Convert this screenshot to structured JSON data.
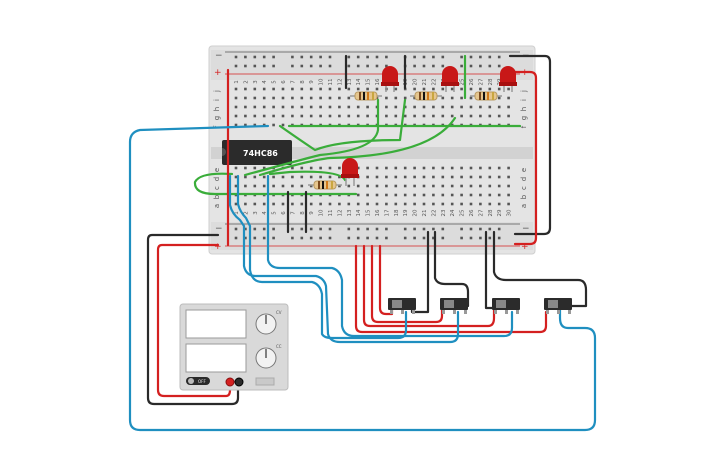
{
  "breadboard": {
    "columns": [
      "1",
      "2",
      "3",
      "4",
      "5",
      "6",
      "7",
      "8",
      "9",
      "10",
      "11",
      "12",
      "13",
      "14",
      "15",
      "16",
      "17",
      "18",
      "19",
      "20",
      "21",
      "22",
      "23",
      "24",
      "25",
      "26",
      "27",
      "28",
      "29",
      "30"
    ],
    "top_rows": [
      "j",
      "i",
      "h",
      "g",
      "f"
    ],
    "bottom_rows": [
      "e",
      "d",
      "c",
      "b",
      "a"
    ],
    "rail_minus": "−",
    "rail_plus": "+"
  },
  "chip": {
    "label": "74HC86"
  },
  "power_supply": {
    "off_label": "OFF",
    "knob_labels": [
      "CV",
      "CC"
    ]
  },
  "colors": {
    "wire_red": "#d42020",
    "wire_black": "#2a2a2a",
    "wire_blue": "#1f8fc0",
    "wire_green": "#3aad3a",
    "led_red": "#c81818",
    "board": "#e6e6e6",
    "chip_body": "#2b2b2b"
  }
}
